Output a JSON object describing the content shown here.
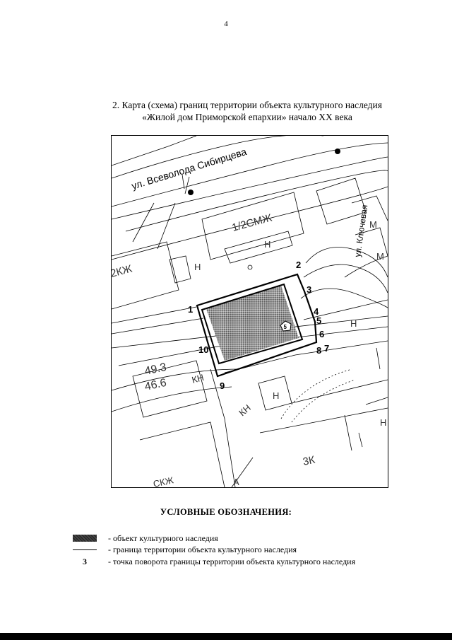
{
  "page": {
    "number": "4"
  },
  "title": {
    "line1": "2. Карта (схема) границ территории объекта культурного наследия",
    "line2": "«Жилой дом Приморской епархии» начало XX века"
  },
  "map": {
    "streets": {
      "sibirtseva": "ул. Всеволода Сибирцева",
      "klyuchevaya": "ул. Ключевая"
    },
    "building_labels": {
      "b_12smzh": "1/2СМЖ",
      "b_2kzh": "2КЖ",
      "b_n1": "Н",
      "b_n2": "Н",
      "b_n3": "Н",
      "b_n4": "Н",
      "b_n5": "Н",
      "b_kn1": "КН",
      "b_kn2": "КН",
      "b_3k": "3К",
      "b_m1": "М",
      "b_m2": "М",
      "b_ckzh": "СКЖ",
      "b_a": "А"
    },
    "elevations": {
      "e1": "49.3",
      "e2": "46.6"
    },
    "object_marker": "5",
    "points": {
      "p1": "1",
      "p2": "2",
      "p3": "3",
      "p4": "4",
      "p5": "5",
      "p6": "6",
      "p7": "7",
      "p8": "8",
      "p9": "9",
      "p10": "10"
    }
  },
  "legend": {
    "title": "УСЛОВНЫЕ ОБОЗНАЧЕНИЯ:",
    "items": [
      {
        "text": "- объект культурного наследия"
      },
      {
        "text": "- граница территории объекта культурного наследия"
      },
      {
        "symbol": "3",
        "text": "- точка поворота границы территории объекта культурного наследия"
      }
    ]
  }
}
